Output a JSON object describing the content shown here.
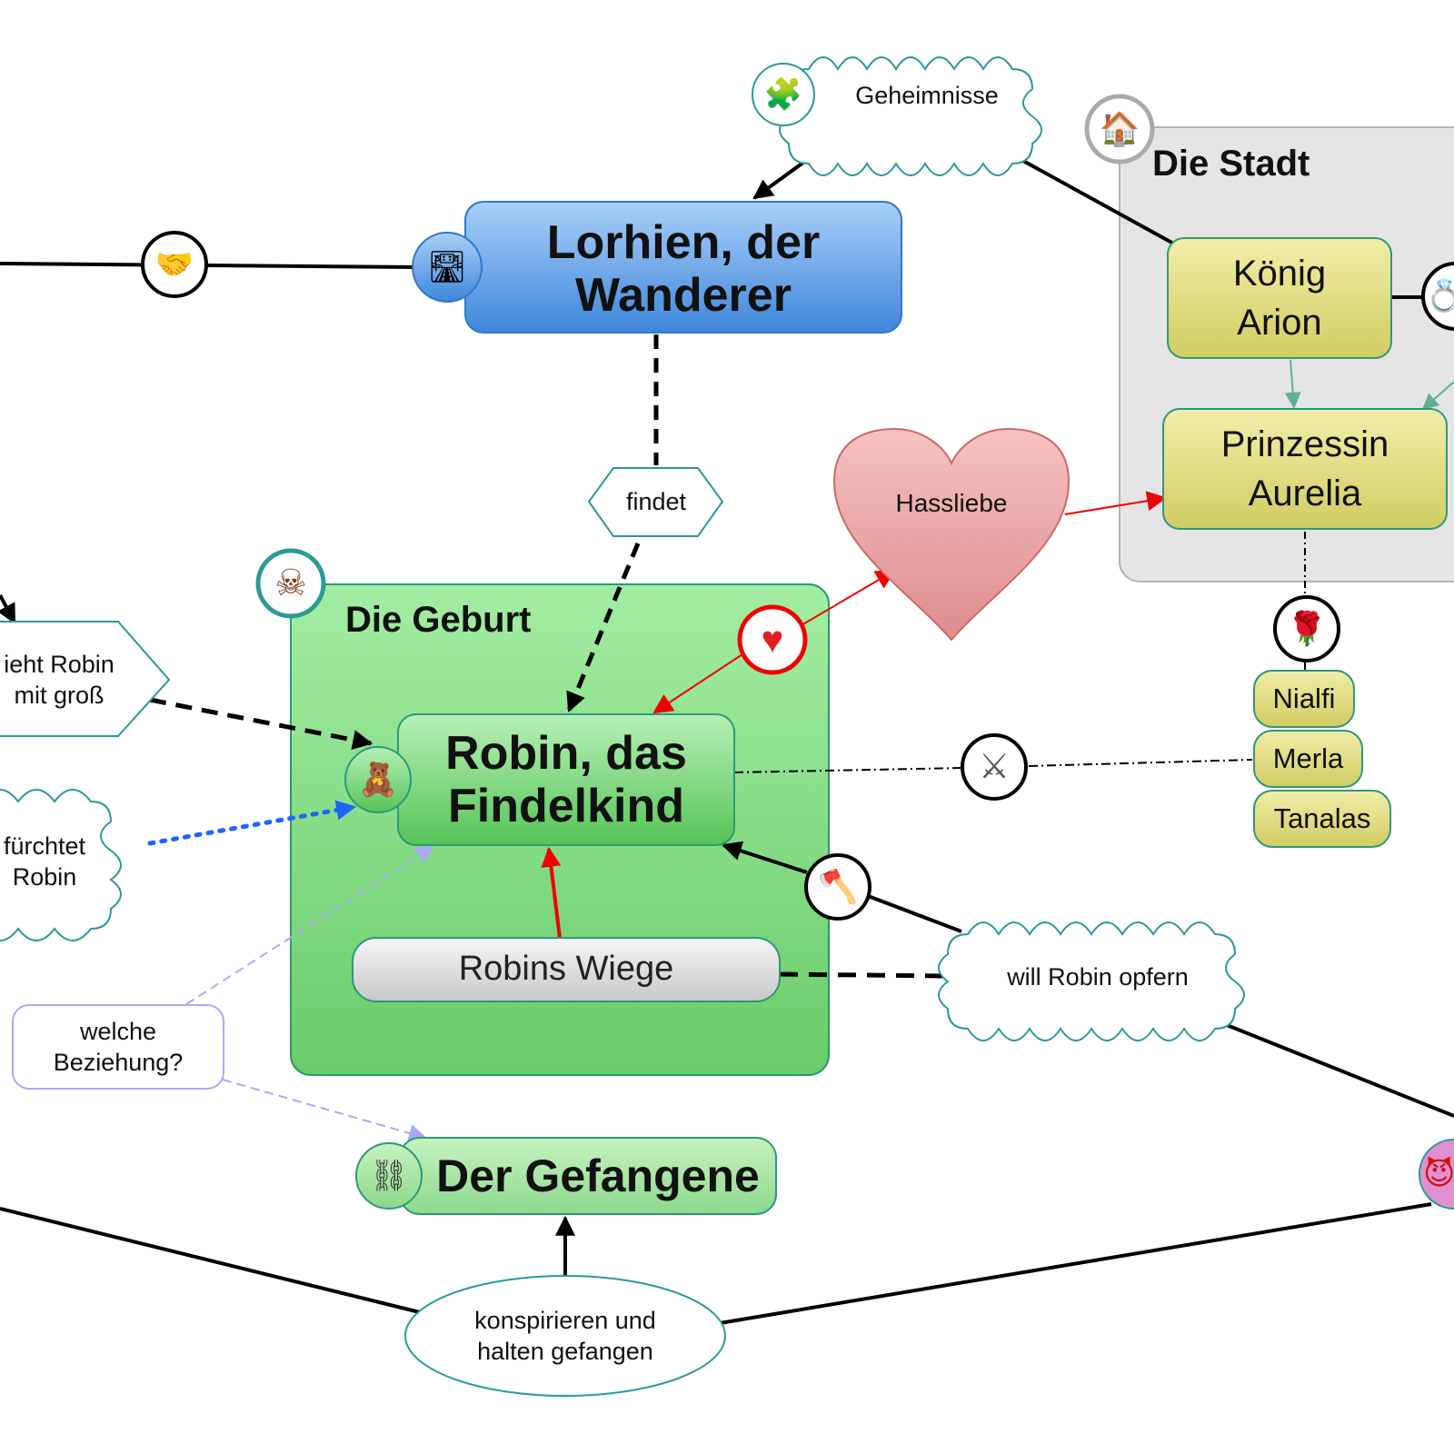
{
  "groups": {
    "stadt": "Die Stadt",
    "geburt": "Die Geburt"
  },
  "nodes": {
    "lorhien": "Lorhien, der\nWanderer",
    "robin": "Robin, das\nFindelkind",
    "robins_wiege": "Robins Wiege",
    "gefangene": "Der Gefangene",
    "koenig": "König\nArion",
    "prinzessin": "Prinzessin\nAurelia",
    "nialfi": "Nialfi",
    "merla": "Merla",
    "tanalas": "Tanalas"
  },
  "labels": {
    "geheimnisse": "Geheimnisse",
    "findet": "findet",
    "hassliebe": "Hassliebe",
    "zieht": "ieht Robin\nmit groß",
    "fuerchtet": "fürchtet\nRobin",
    "will_opfern": "will Robin opfern",
    "welche": "welche\nBeziehung?",
    "konspirieren": "konspirieren und\nhalten gefangen"
  },
  "icons": {
    "handshake": "handshake-icon",
    "road": "road-icon",
    "skull": "skull-icon",
    "house": "house-icon",
    "heart": "heart-icon",
    "rose": "rose-icon",
    "swords": "crossed-swords-icon",
    "axe": "axe-icon",
    "teddy": "teddy-bear-icon",
    "handcuffs": "handcuffs-icon",
    "rings": "rings-icon",
    "devil": "devil-icon",
    "puzzle": "puzzle-icon"
  },
  "colors": {
    "blue_node": "#4f94e0",
    "green_group": "#86dc86",
    "yellow_node": "#e3df83",
    "teal_border": "#2a9a96",
    "red_link": "#f00000",
    "blue_dotted": "#1e64ff"
  }
}
